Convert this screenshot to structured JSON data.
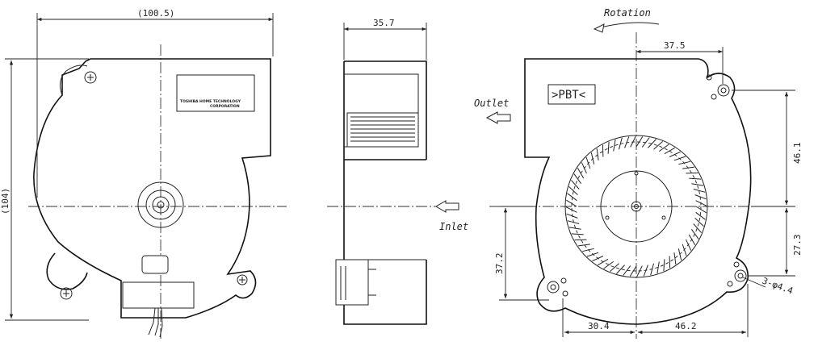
{
  "front_view": {
    "width_dim": "(100.5)",
    "height_dim": "(104)",
    "label_line1": "TOSHIBA HOME TECHNOLOGY",
    "label_line2": "CORPORATION"
  },
  "side_view": {
    "depth_dim": "35.7",
    "inlet_label": "Inlet"
  },
  "rear_view": {
    "rotation_label": "Rotation",
    "outlet_label": "Outlet",
    "material_mark": ">PBT<",
    "dim_top": "37.5",
    "dim_right_upper": "46.1",
    "dim_right_lower": "27.3",
    "dim_left": "37.2",
    "dim_bottom_left": "30.4",
    "dim_bottom_right": "46.2",
    "hole_callout": "3-φ4.4"
  }
}
